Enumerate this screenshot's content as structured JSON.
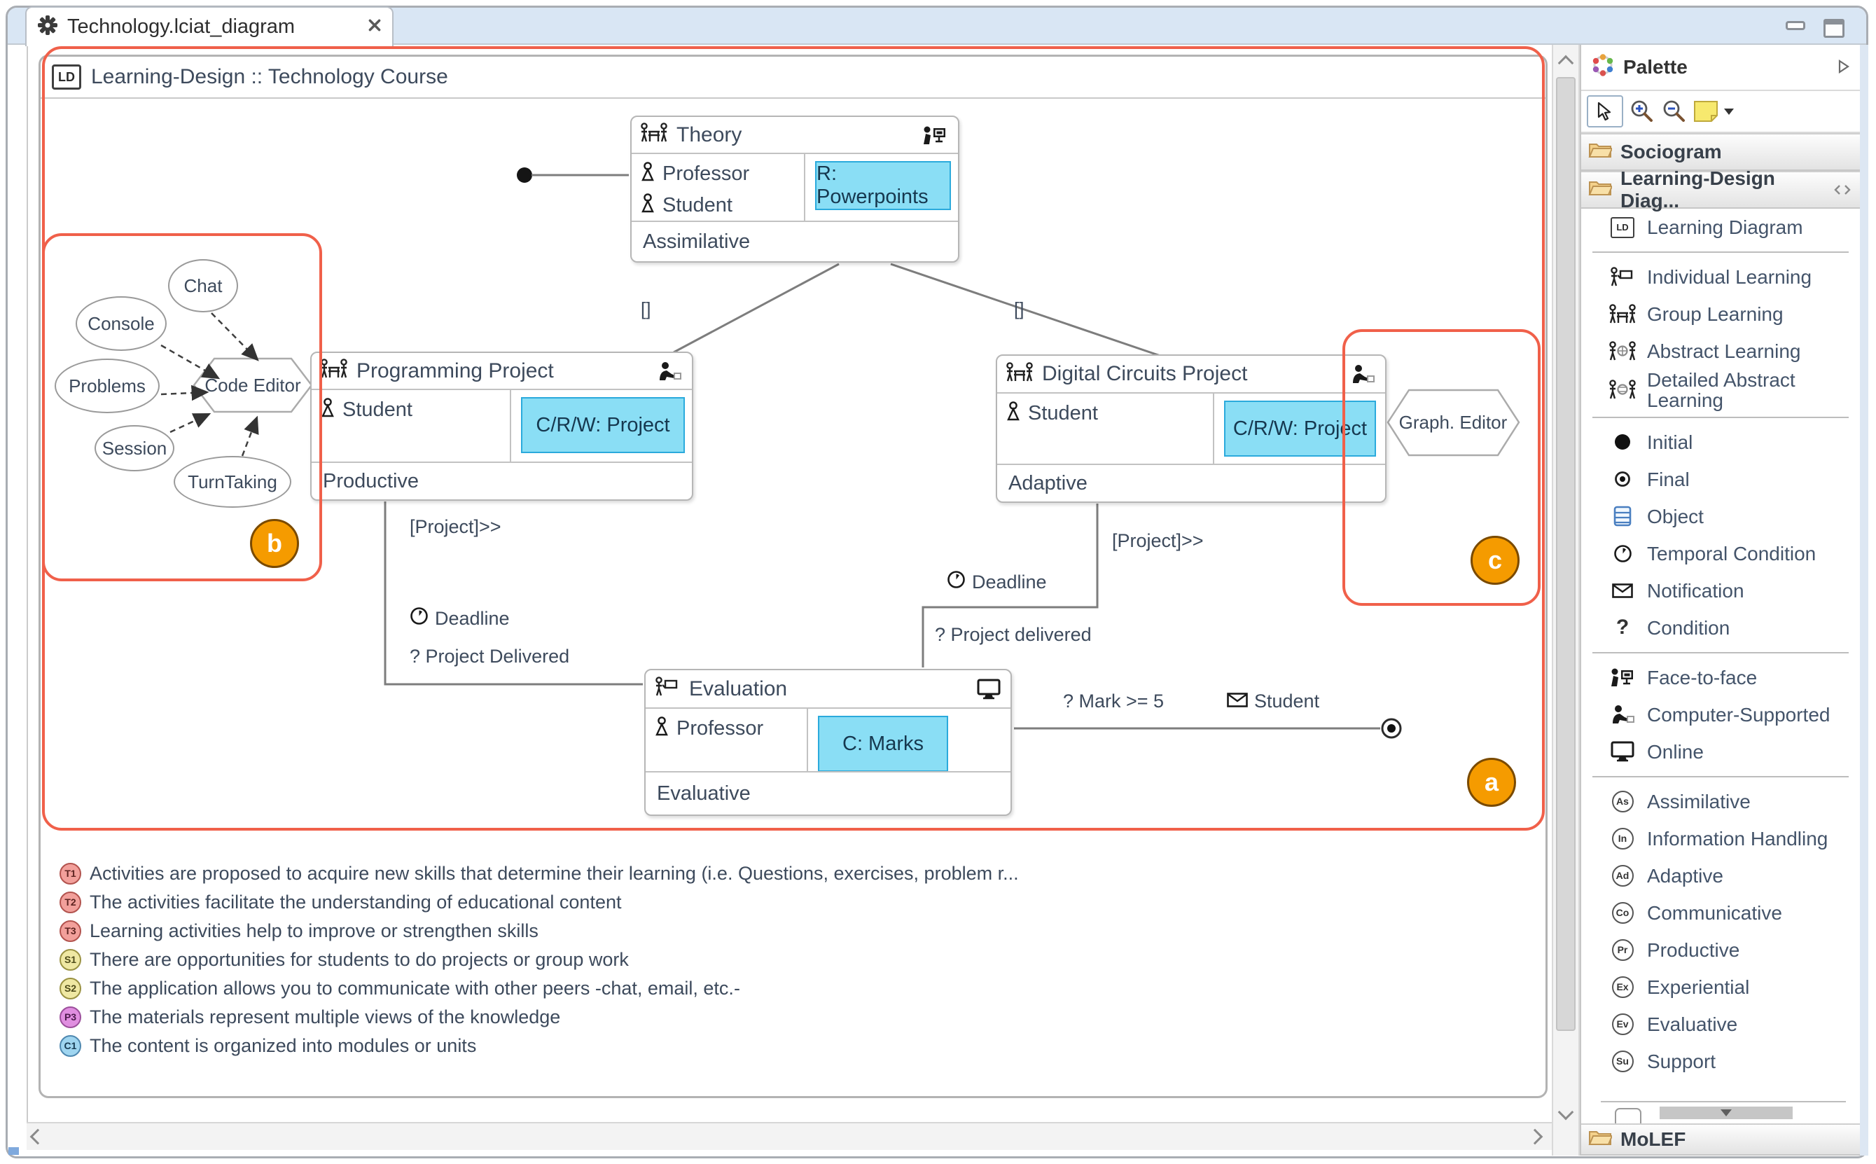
{
  "tab": {
    "title": "Technology.lciat_diagram"
  },
  "frame": {
    "badge": "LD",
    "title": "Learning-Design :: Technology Course"
  },
  "nodes": {
    "theory": {
      "title": "Theory",
      "role1": "Professor",
      "role2": "Student",
      "object": "R: Powerpoints",
      "verb": "Assimilative",
      "mode": "face-to-face"
    },
    "programming": {
      "title": "Programming Project",
      "role1": "Student",
      "object": "C/R/W: Project",
      "verb": "Productive",
      "mode": "computer-supported"
    },
    "digital": {
      "title": "Digital Circuits Project",
      "role1": "Student",
      "object": "C/R/W: Project",
      "verb": "Adaptive",
      "mode": "computer-supported"
    },
    "evaluation": {
      "title": "Evaluation",
      "role1": "Professor",
      "object": "C: Marks",
      "verb": "Evaluative",
      "mode": "online"
    }
  },
  "labels": {
    "guard_left": "[]",
    "guard_right": "[]",
    "project_out_left": "[Project]>>",
    "project_out_right": "[Project]>>",
    "deadline_left": "Deadline",
    "deadline_right": "Deadline",
    "condition_left": "? Project Delivered",
    "condition_right": "? Project delivered",
    "mark_condition": "? Mark >= 5",
    "notification": "Student"
  },
  "services": {
    "chat": "Chat",
    "console": "Console",
    "problems": "Problems",
    "session": "Session",
    "turntaking": "TurnTaking",
    "code_editor": "Code Editor",
    "graph_editor": "Graph. Editor"
  },
  "badges": {
    "a": "a",
    "b": "b",
    "c": "c"
  },
  "annotations": [
    {
      "id": "T1",
      "text": "Activities are proposed to acquire new skills that determine their learning (i.e. Questions, exercises, problem r..."
    },
    {
      "id": "T2",
      "text": "The activities facilitate the understanding of educational content"
    },
    {
      "id": "T3",
      "text": "Learning activities help to improve or strengthen skills"
    },
    {
      "id": "S1",
      "text": "There are opportunities for students to do projects or group work"
    },
    {
      "id": "S2",
      "text": "The application allows you to communicate with other peers -chat, email, etc.-"
    },
    {
      "id": "P3",
      "text": "The materials represent multiple views of the knowledge"
    },
    {
      "id": "C1",
      "text": "The content is organized into modules or units"
    }
  ],
  "palette": {
    "title": "Palette",
    "drawers": {
      "sociogram": "Sociogram",
      "ld": "Learning-Design Diag...",
      "molef": "MoLEF"
    },
    "items": [
      {
        "label": "Learning Diagram",
        "abbr": "LD"
      },
      {
        "label": "Individual Learning"
      },
      {
        "label": "Group Learning"
      },
      {
        "label": "Abstract Learning"
      },
      {
        "label": "Detailed Abstract Learning"
      },
      {
        "label": "Initial"
      },
      {
        "label": "Final"
      },
      {
        "label": "Object"
      },
      {
        "label": "Temporal Condition"
      },
      {
        "label": "Notification"
      },
      {
        "label": "Condition",
        "abbr": "?"
      },
      {
        "label": "Face-to-face"
      },
      {
        "label": "Computer-Supported"
      },
      {
        "label": "Online"
      },
      {
        "label": "Assimilative",
        "abbr": "As"
      },
      {
        "label": "Information Handling",
        "abbr": "In"
      },
      {
        "label": "Adaptive",
        "abbr": "Ad"
      },
      {
        "label": "Communicative",
        "abbr": "Co"
      },
      {
        "label": "Productive",
        "abbr": "Pr"
      },
      {
        "label": "Experiential",
        "abbr": "Ex"
      },
      {
        "label": "Evaluative",
        "abbr": "Ev"
      },
      {
        "label": "Support",
        "abbr": "Su"
      }
    ]
  },
  "icons": {
    "tab": "gear-icon",
    "close": "close-icon",
    "window": [
      "minimize-icon",
      "maximize-icon"
    ],
    "tools": [
      "select-cursor-icon",
      "zoom-in-icon",
      "zoom-out-icon",
      "note-icon"
    ],
    "drawer": "folder-icon",
    "pin": "pin-open-icon",
    "modes": [
      "face-to-face-icon",
      "computer-supported-icon",
      "online-icon"
    ],
    "misc": [
      "person-icon",
      "group-learning-icon",
      "individual-learning-icon",
      "clock-icon",
      "envelope-icon"
    ]
  },
  "colors": {
    "region_outline": "#F0604A",
    "region_badge": "#F59B00",
    "object_fill": "#8ADEF5",
    "object_border": "#2BAADC",
    "badge_t": "#F2A09B",
    "badge_s": "#EFE8A3",
    "badge_p": "#E08EE0",
    "badge_c": "#9FD5F0",
    "tabbar": "#D9E6F4"
  }
}
